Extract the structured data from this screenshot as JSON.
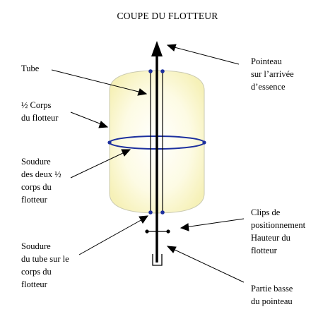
{
  "title": "COUPE DU FLOTTEUR",
  "labels": {
    "tube": "Tube",
    "corps": "½ Corps\ndu flotteur",
    "soudure_corps": "Soudure\ndes deux  ½\ncorps du\nflotteur",
    "soudure_tube": "Soudure\ndu tube sur le\ncorps du\nflotteur",
    "pointeau": "Pointeau\nsur l’arrivée\nd’essence",
    "clips": "Clips de\npositionnement\nHauteur du\nflotteur",
    "partie_basse": "Partie basse\ndu pointeau"
  },
  "colors": {
    "float_fill": "#fbf8cf",
    "float_outline": "#c9c9b0",
    "weld": "#1c2f9e",
    "ink": "#000000"
  }
}
